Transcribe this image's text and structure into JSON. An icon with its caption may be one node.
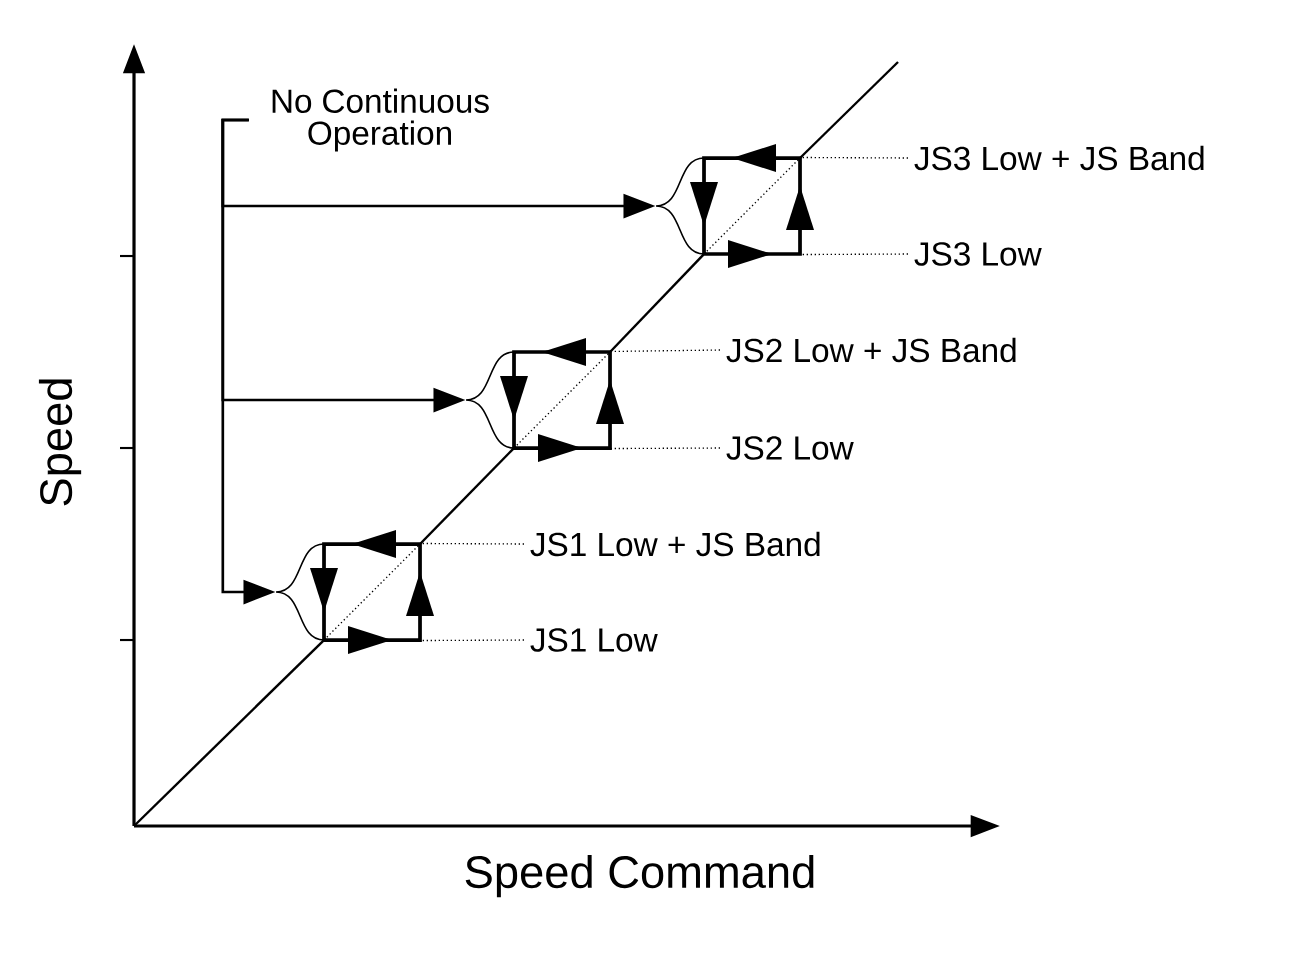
{
  "diagram": {
    "nodes": [
      {
        "text": [
          "No Continuous Operation"
        ]
      },
      {
        "text": [],
        "shape": "box"
      },
      {
        "text": [],
        "shape": "box"
      },
      {
        "text": [],
        "shape": "box"
      },
      {
        "text": [
          "JS3 Low + JS Band"
        ]
      },
      {
        "text": [
          "JS3 Low"
        ]
      },
      {
        "text": [
          "JS2 Low + JS Band"
        ]
      },
      {
        "text": [
          "JS2 Low"
        ]
      },
      {
        "text": [
          "JS1 Low + JS Band"
        ]
      },
      {
        "text": [
          "JS1 Low"
        ]
      }
    ],
    "edges": [
      {
        "from": 0,
        "to": 1,
        "arrow": "to"
      },
      {
        "from": 0,
        "to": 2,
        "arrow": "to"
      },
      {
        "from": 0,
        "to": 3,
        "arrow": "to"
      },
      {
        "from": 4,
        "to": 3,
        "arrow": "none",
        "style": "dashed"
      },
      {
        "from": 5,
        "to": 3,
        "arrow": "none",
        "style": "dashed"
      },
      {
        "from": 6,
        "to": 2,
        "arrow": "none",
        "style": "dashed"
      },
      {
        "from": 7,
        "to": 2,
        "arrow": "none",
        "style": "dashed"
      },
      {
        "from": 8,
        "to": 1,
        "arrow": "none",
        "style": "dashed"
      },
      {
        "from": 9,
        "to": 1,
        "arrow": "none",
        "style": "dashed"
      },
      {
        "from": 1,
        "to": 2,
        "arrow": "none"
      },
      {
        "from": 2,
        "to": 3,
        "arrow": "none"
      }
    ],
    "labels": [
      "Speed",
      "Speed Command"
    ]
  }
}
